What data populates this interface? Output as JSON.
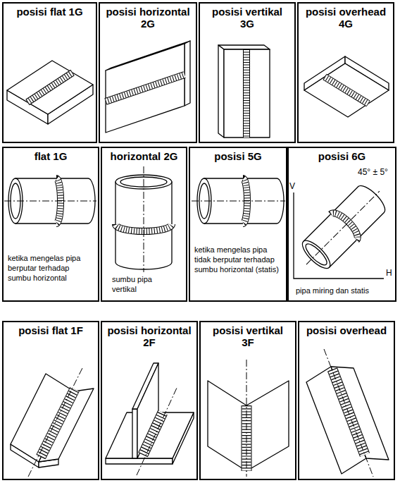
{
  "diagram": {
    "nodes": [
      {
        "text": [
          "posisi flat 1G"
        ]
      },
      {
        "text": [
          "posisi horizontal 2G"
        ]
      },
      {
        "text": [
          "posisi vertikal 3G"
        ]
      },
      {
        "text": [
          "posisi overhead 4G"
        ]
      },
      {
        "text": [
          "flat 1G",
          "ketika mengelas pipa berputar terhadap sumbu horizontal"
        ]
      },
      {
        "text": [
          "horizontal 2G",
          "sumbu pipa vertikal"
        ]
      },
      {
        "text": [
          "posisi 5G",
          "ketika mengelas pipa tidak berputar terhadap sumbu horizontal (statis)"
        ]
      },
      {
        "text": [
          "posisi 6G",
          "pipa miring dan statis"
        ]
      },
      {
        "text": [
          "posisi flat 1F"
        ]
      },
      {
        "text": [
          "posisi horizontal 2F"
        ]
      },
      {
        "text": [
          "posisi vertikal 3F"
        ]
      },
      {
        "text": [
          "posisi overhead"
        ]
      }
    ],
    "labels": [
      "45° ± 5°",
      "V",
      "H"
    ]
  }
}
